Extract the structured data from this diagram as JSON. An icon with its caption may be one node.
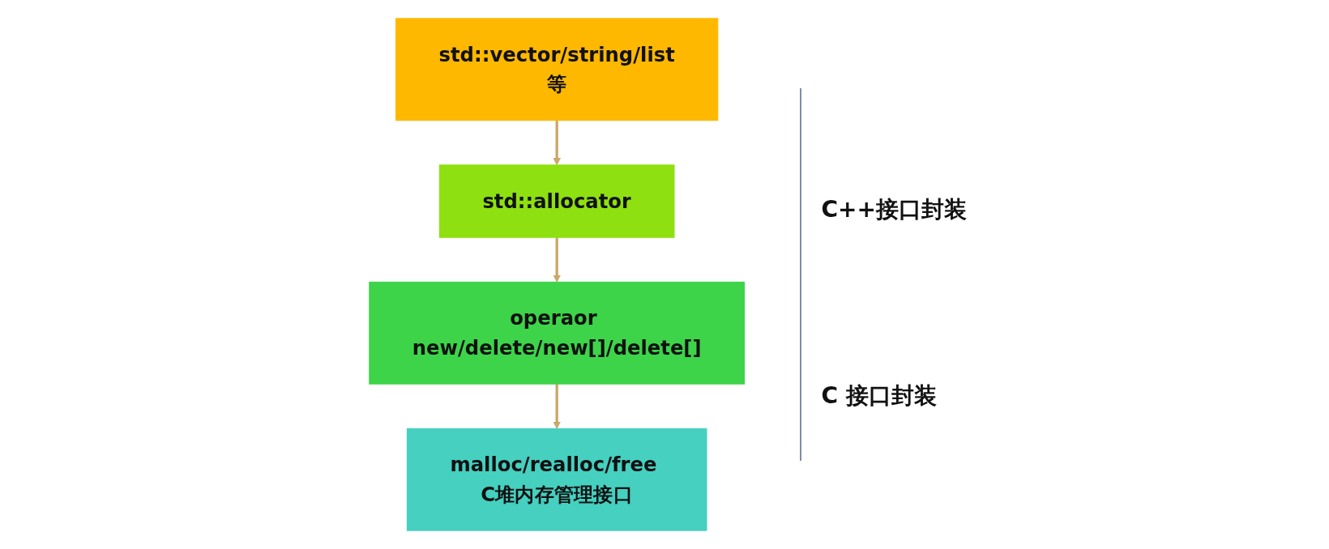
{
  "diagram": {
    "nodes": [
      {
        "text": [
          "std::vector/string/list等"
        ]
      },
      {
        "text": [
          "std::allocator"
        ]
      },
      {
        "text": [
          "operaor new/delete/new[]/delete[]"
        ]
      },
      {
        "text": [
          "malloc/realloc/free C堆内存管理接口"
        ]
      }
    ],
    "edges": [
      {
        "from": 0,
        "to": 1,
        "arrow": "to"
      },
      {
        "from": 1,
        "to": 2,
        "arrow": "to"
      },
      {
        "from": 2,
        "to": 3,
        "arrow": "to"
      }
    ],
    "labels": [
      "C++接口封装",
      "C 接口封装"
    ]
  }
}
